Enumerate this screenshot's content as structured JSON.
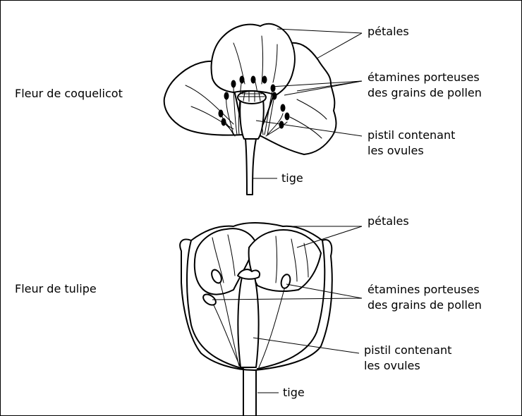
{
  "poppy": {
    "title": "Fleur de coquelicot",
    "petals": "pétales",
    "stamens_line1": "étamines porteuses",
    "stamens_line2": "des grains de pollen",
    "pistil_line1": "pistil contenant",
    "pistil_line2": "les ovules",
    "stem": "tige"
  },
  "tulip": {
    "title": "Fleur de tulipe",
    "petals": "pétales",
    "stamens_line1": "étamines porteuses",
    "stamens_line2": "des grains de pollen",
    "pistil_line1": "pistil contenant",
    "pistil_line2": "les ovules",
    "stem": "tige"
  }
}
